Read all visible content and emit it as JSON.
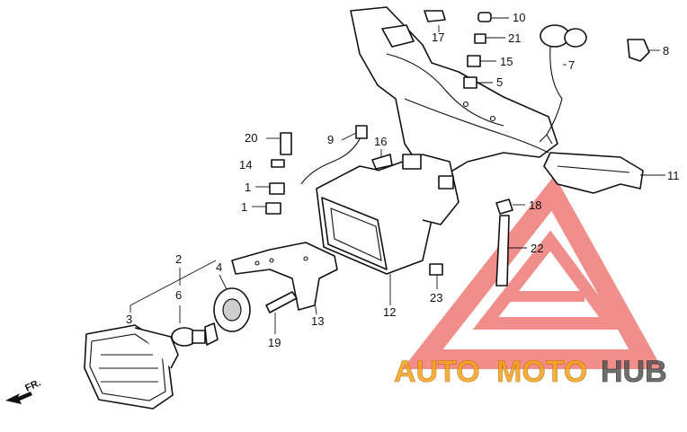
{
  "diagram": {
    "direction_label": "FR.",
    "watermark": {
      "word_a": "AUTO",
      "word_b": "MOTO",
      "word_c": "HUB",
      "color_red": "#e3322b",
      "color_orange": "#f7a21b",
      "color_grey": "#444444"
    },
    "callouts": [
      "1",
      "1",
      "2",
      "3",
      "4",
      "5",
      "6",
      "7",
      "8",
      "9",
      "10",
      "11",
      "12",
      "13",
      "14",
      "15",
      "16",
      "17",
      "18",
      "19",
      "20",
      "21",
      "22",
      "23"
    ]
  }
}
